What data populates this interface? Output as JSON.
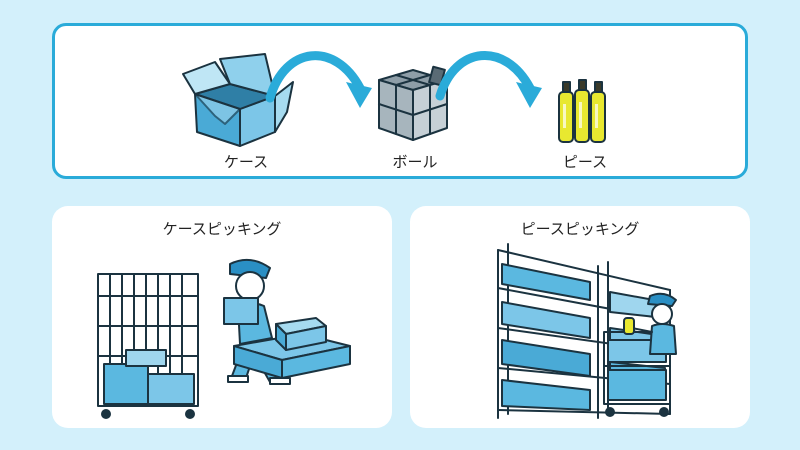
{
  "flow": {
    "steps": [
      {
        "label": "ケース",
        "icon": "cardboard-case-icon"
      },
      {
        "label": "ボール",
        "icon": "ball-pack-icon"
      },
      {
        "label": "ピース",
        "icon": "bottle-pieces-icon"
      }
    ]
  },
  "panels": {
    "case_picking": {
      "title": "ケースピッキング"
    },
    "piece_picking": {
      "title": "ピースピッキング"
    }
  },
  "colors": {
    "background": "#d3f0fb",
    "accent": "#2aabd9",
    "box_blue": "#5bb8e0",
    "bottle_yellow": "#e8e830"
  }
}
